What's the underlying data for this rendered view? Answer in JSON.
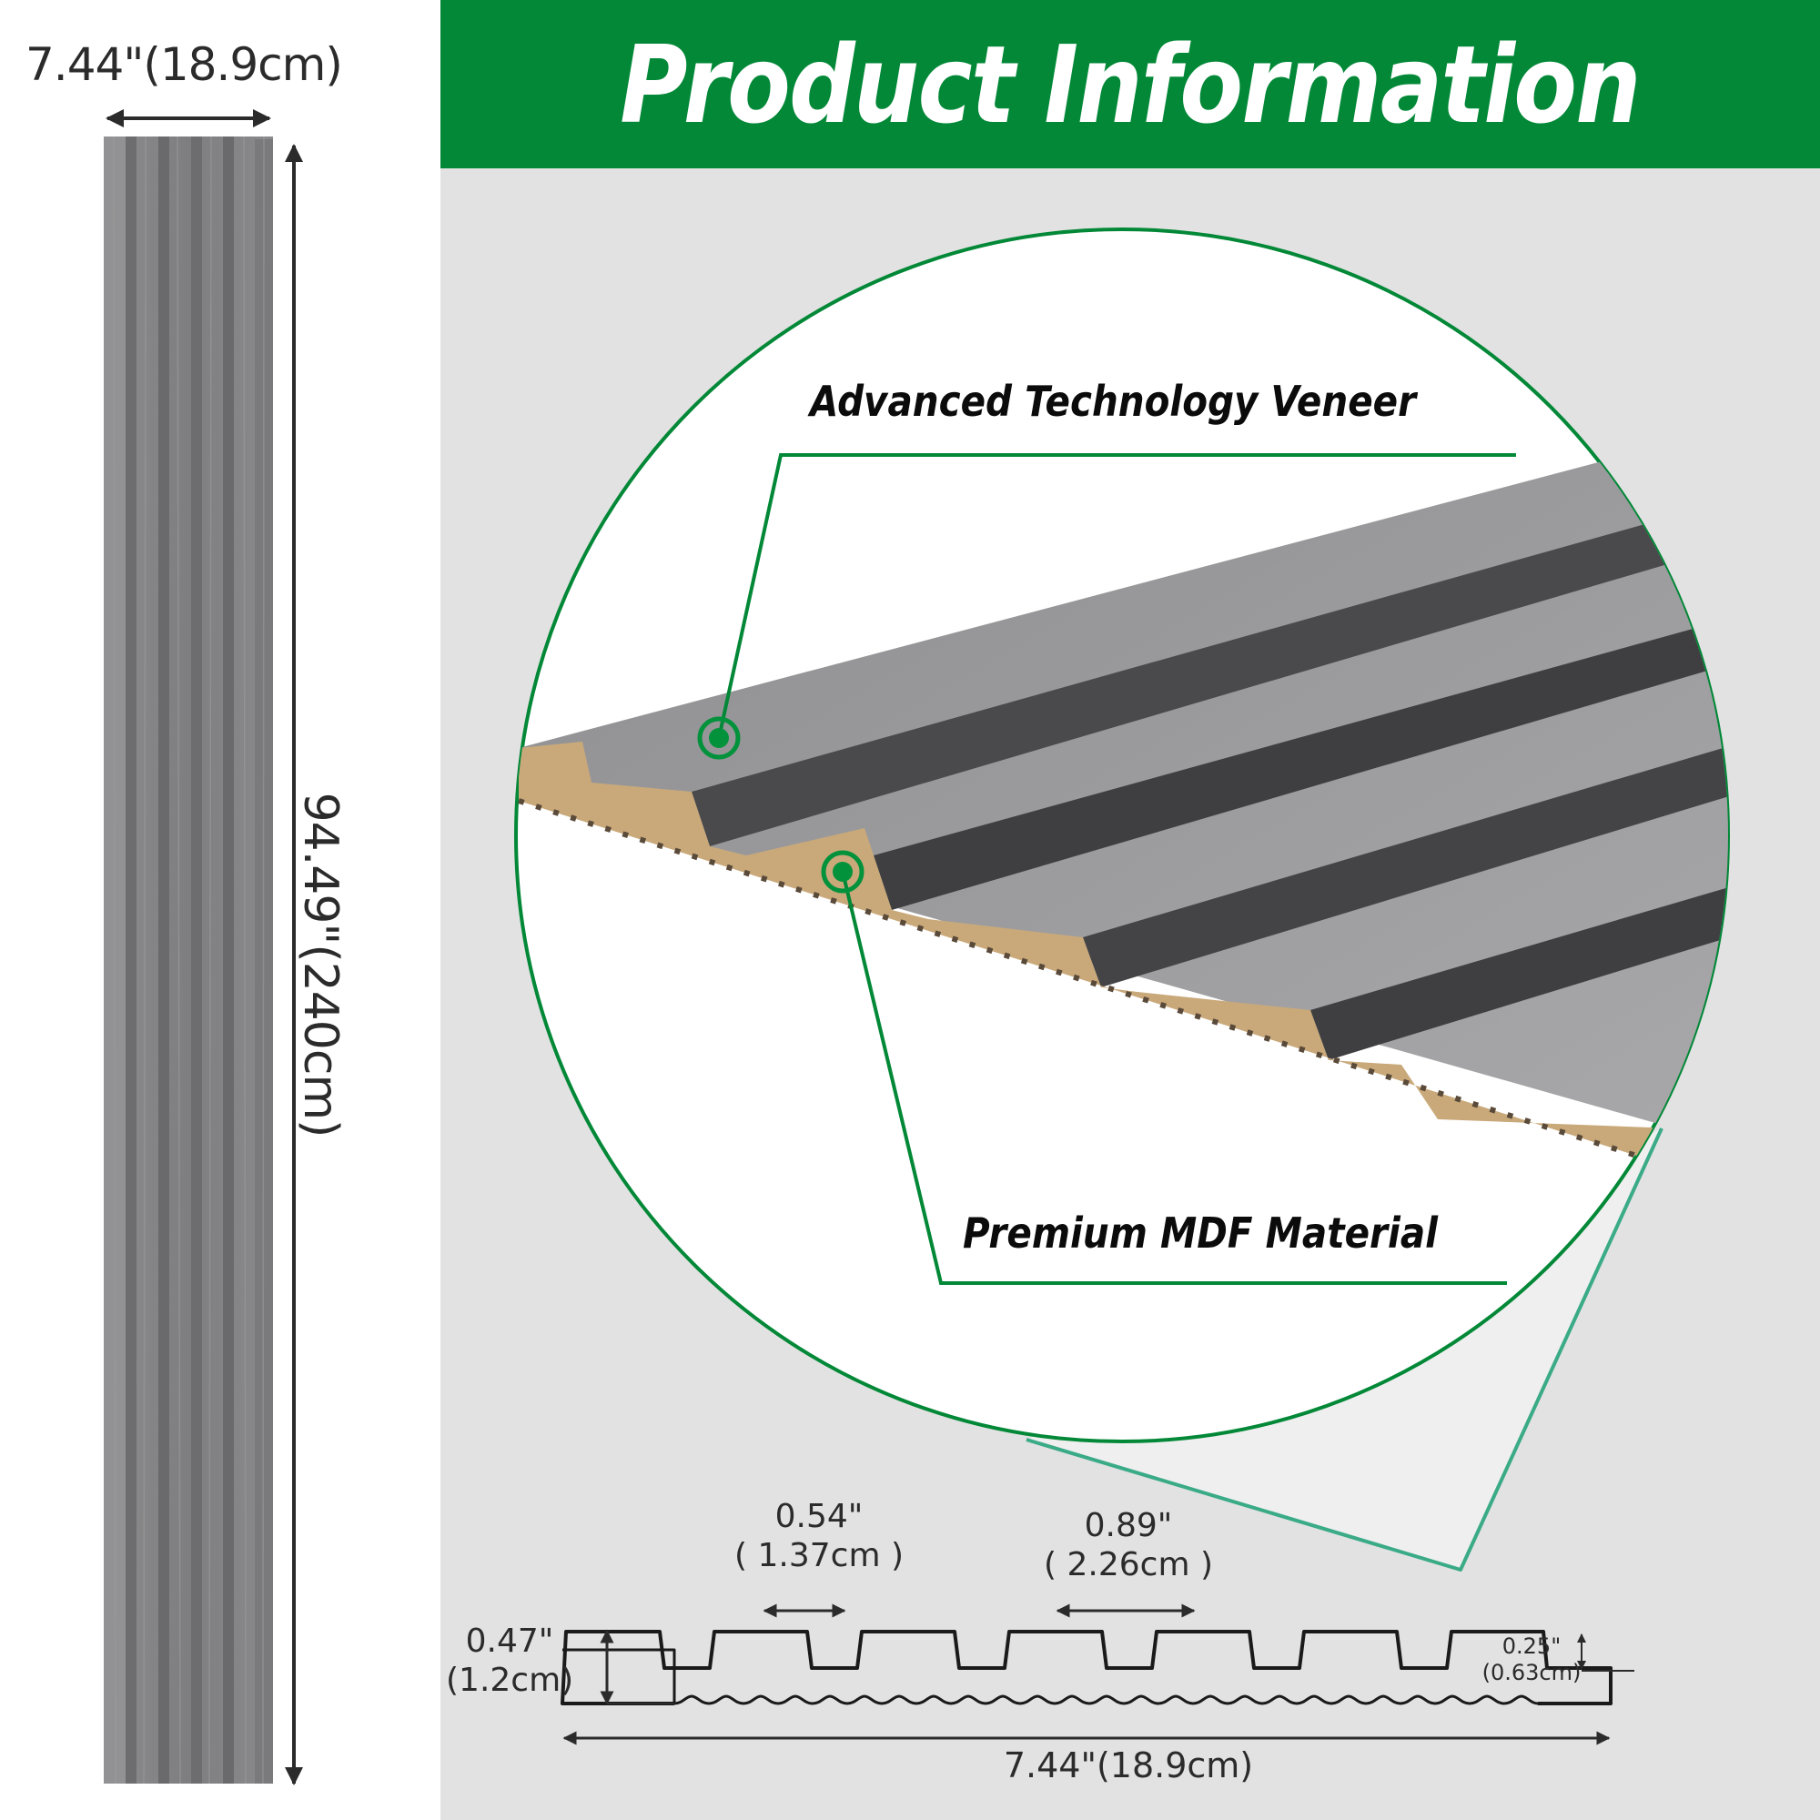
{
  "header": {
    "title": "Product Information"
  },
  "colors": {
    "brand_green": "#028837",
    "connector_teal": "#3aab86",
    "mdf_tan": "#c9a97a",
    "veneer_gray": "#8a8a8c"
  },
  "panel_dimensions": {
    "width_label": "7.44\"(18.9cm)",
    "height_label": "94.49\"(240cm)"
  },
  "callouts": [
    {
      "label": "Advanced Technology Veneer",
      "icon": "target-marker-icon"
    },
    {
      "label": "Premium MDF Material",
      "icon": "target-marker-icon"
    }
  ],
  "profile_diagram": {
    "groove_width": {
      "in": "0.54\"",
      "cm": "( 1.37cm )"
    },
    "rib_width": {
      "in": "0.89\"",
      "cm": "( 2.26cm )"
    },
    "thickness": {
      "in": "0.47\"",
      "cm": "(1.2cm)"
    },
    "groove_depth": {
      "in": "0.25\"",
      "cm": "(0.63cm)"
    },
    "total_width": "7.44\"(18.9cm)"
  }
}
